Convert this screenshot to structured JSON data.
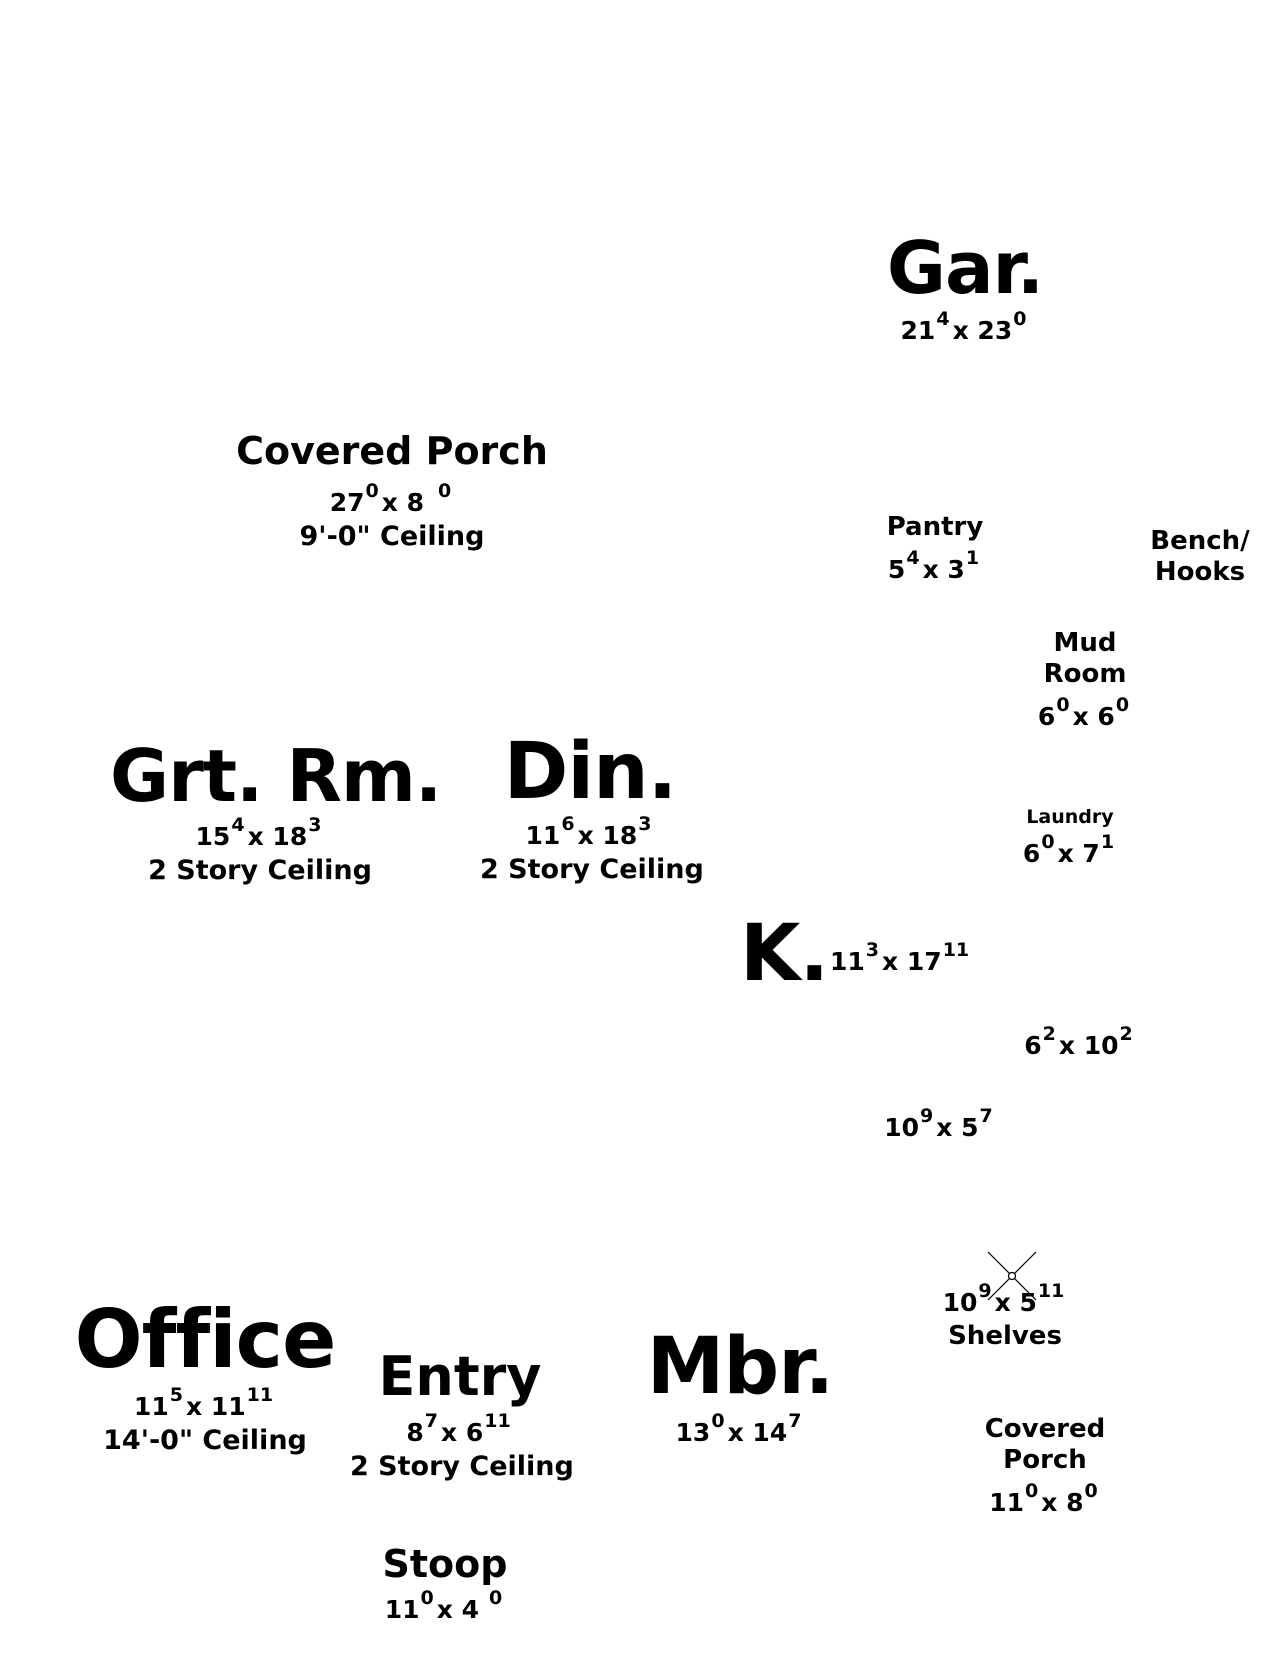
{
  "rooms": {
    "garage": {
      "name": "Gar.",
      "w": "21",
      "wi": "4",
      "x": "x",
      "h": "23",
      "hi": "0"
    },
    "covered_porch": {
      "name": "Covered Porch",
      "w": "27",
      "wi": "0",
      "x": "x",
      "h": "8",
      "hi": "0",
      "note": "9'-0\" Ceiling"
    },
    "pantry": {
      "name": "Pantry",
      "w": "5",
      "wi": "4",
      "x": "x",
      "h": "3",
      "hi": "1"
    },
    "bench": {
      "line1": "Bench/",
      "line2": "Hooks"
    },
    "mud_room": {
      "line1": "Mud",
      "line2": "Room",
      "w": "6",
      "wi": "0",
      "x": "x",
      "h": "6",
      "hi": "0"
    },
    "great_room": {
      "name": "Grt. Rm.",
      "w": "15",
      "wi": "4",
      "x": "x",
      "h": "18",
      "hi": "3",
      "note": "2 Story Ceiling"
    },
    "dining": {
      "name": "Din.",
      "w": "11",
      "wi": "6",
      "x": "x",
      "h": "18",
      "hi": "3",
      "note": "2 Story Ceiling"
    },
    "laundry": {
      "name": "Laundry",
      "w": "6",
      "wi": "0",
      "x": "x",
      "h": "7",
      "hi": "1"
    },
    "kitchen": {
      "name": "K.",
      "w": "11",
      "wi": "3",
      "x": "x",
      "h": "17",
      "hi": "11"
    },
    "unlabeled_a": {
      "w": "6",
      "wi": "2",
      "x": "x",
      "h": "10",
      "hi": "2"
    },
    "unlabeled_b": {
      "w": "10",
      "wi": "9",
      "x": "x",
      "h": "5",
      "hi": "7"
    },
    "closet": {
      "w": "10",
      "wi": "9",
      "x": "x",
      "h": "5",
      "hi": "11",
      "note": "Shelves"
    },
    "office": {
      "name": "Office",
      "w": "11",
      "wi": "5",
      "x": "x",
      "h": "11",
      "hi": "11",
      "note": "14'-0\" Ceiling"
    },
    "entry": {
      "name": "Entry",
      "w": "8",
      "wi": "7",
      "x": "x",
      "h": "6",
      "hi": "11",
      "note": "2 Story Ceiling"
    },
    "master": {
      "name": "Mbr.",
      "w": "13",
      "wi": "0",
      "x": "x",
      "h": "14",
      "hi": "7"
    },
    "covered_porch_2": {
      "line1": "Covered",
      "line2": "Porch",
      "w": "11",
      "wi": "0",
      "x": "x",
      "h": "8",
      "hi": "0"
    },
    "stoop": {
      "name": "Stoop",
      "w": "11",
      "wi": "0",
      "x": "x",
      "h": "4",
      "hi": "0"
    }
  }
}
